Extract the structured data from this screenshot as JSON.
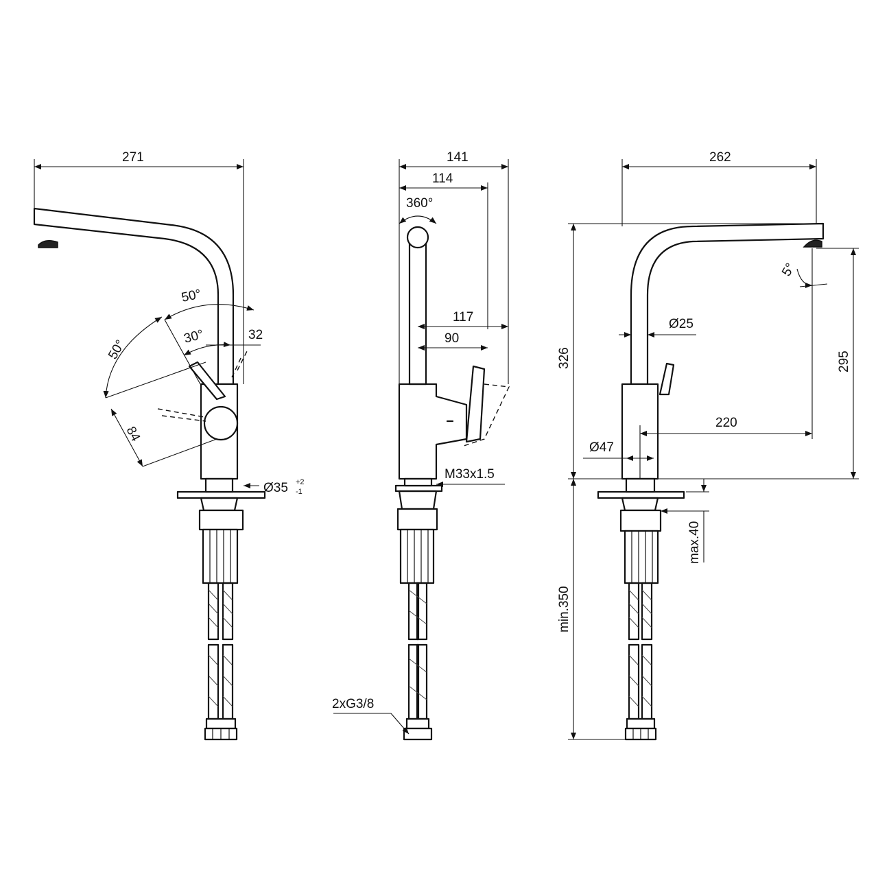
{
  "left_view": {
    "width": "271",
    "angle_upper": "50°",
    "angle_lower": "30°",
    "angle_side": "50°",
    "offset": "32",
    "lever_length": "84",
    "hole_diameter": "Ø35",
    "tol_plus": "+2",
    "tol_minus": "-1"
  },
  "middle_view": {
    "width_total": "141",
    "width_spout": "114",
    "rotation": "360°",
    "lever_reach": "117",
    "lever_body": "90",
    "thread": "M33x1.5",
    "connections": "2xG3/8"
  },
  "right_view": {
    "width": "262",
    "height_total": "326",
    "height_outlet": "295",
    "spout_angle": "5°",
    "spout_diameter": "Ø25",
    "outlet_reach": "220",
    "body_diameter": "Ø47",
    "max_thickness": "max.40",
    "min_hose": "min.350"
  }
}
